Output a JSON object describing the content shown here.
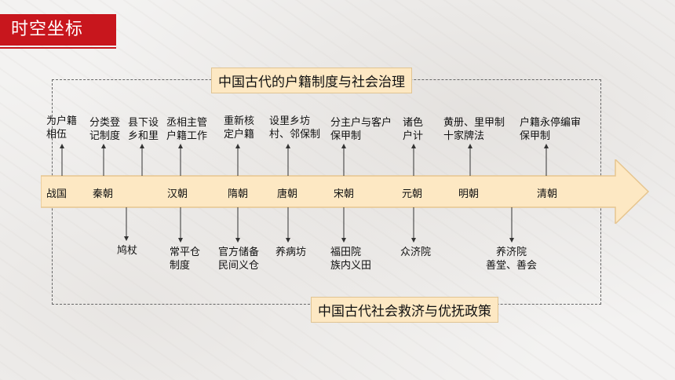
{
  "section_title": "时空坐标",
  "top_title": "中国古代的户籍制度与社会治理",
  "bottom_title": "中国古代社会救济与优抚政策",
  "eras": [
    "战国",
    "秦朝",
    "汉朝",
    "隋朝",
    "唐朝",
    "宋朝",
    "元朝",
    "明朝",
    "清朝"
  ],
  "top_notes": [
    {
      "lines": [
        "为户籍",
        "相伍"
      ]
    },
    {
      "lines": [
        "分类登",
        "记制度"
      ]
    },
    {
      "lines": [
        "县下设",
        "乡和里"
      ]
    },
    {
      "lines": [
        "丞相主管",
        "户籍工作"
      ]
    },
    {
      "lines": [
        "重新核",
        "定户籍"
      ]
    },
    {
      "lines": [
        "设里乡坊",
        "村、邻保制"
      ]
    },
    {
      "lines": [
        "分主户与客户",
        "保甲制"
      ]
    },
    {
      "lines": [
        "诸色",
        "户计"
      ]
    },
    {
      "lines": [
        "黄册、里甲制",
        "十家牌法"
      ]
    },
    {
      "lines": [
        "户籍永停编审",
        "保甲制"
      ]
    }
  ],
  "bottom_notes": [
    {
      "lines": [
        "鸠杖"
      ]
    },
    {
      "lines": [
        "常平仓",
        "制度"
      ]
    },
    {
      "lines": [
        "官方储备",
        "民间义仓"
      ]
    },
    {
      "lines": [
        "养病坊"
      ]
    },
    {
      "lines": [
        "福田院",
        "族内义田"
      ]
    },
    {
      "lines": [
        "众济院"
      ]
    },
    {
      "lines": [
        "养济院",
        "善堂、善会"
      ]
    }
  ],
  "colors": {
    "badge": "#c8161d",
    "box_fill": "#fde8c3",
    "band_fill": "#fde8c3",
    "band_stroke": "#e6c58f"
  }
}
